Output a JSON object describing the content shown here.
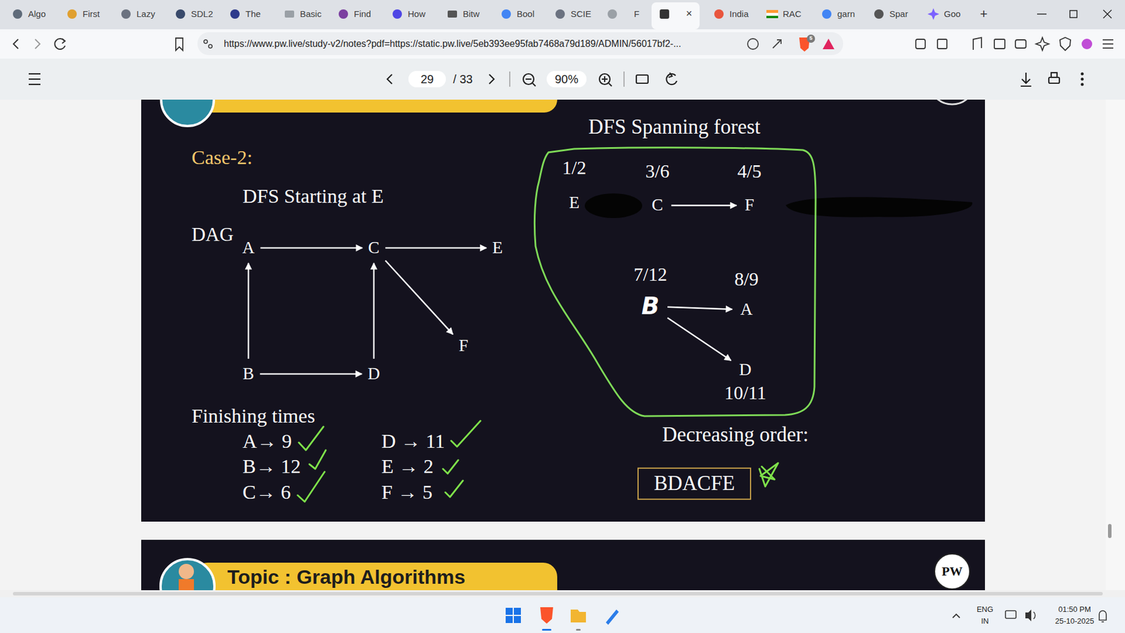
{
  "diagram": {
    "nodes": [
      {
        "text": [
          "A"
        ]
      },
      {
        "text": [
          "C"
        ]
      },
      {
        "text": [
          "E"
        ]
      },
      {
        "text": [
          "B"
        ]
      },
      {
        "text": [
          "D"
        ]
      },
      {
        "text": [
          "F"
        ]
      },
      {
        "text": [
          "DFS Spanning forest"
        ]
      },
      {
        "text": [
          "1/2",
          "E"
        ],
        "in": 6
      },
      {
        "text": [
          "3/6",
          "C"
        ],
        "in": 6
      },
      {
        "text": [
          "4/5",
          "F"
        ],
        "in": 6
      },
      {
        "text": [
          "7/12",
          "B"
        ],
        "in": 6
      },
      {
        "text": [
          "8/9",
          "A"
        ],
        "in": 6
      },
      {
        "text": [
          "D",
          "10/11"
        ],
        "in": 6
      },
      {
        "text": [
          "BDACFE"
        ]
      }
    ],
    "edges": [
      {
        "from": 0,
        "to": 1,
        "arrow": "to"
      },
      {
        "from": 1,
        "to": 2,
        "arrow": "to"
      },
      {
        "from": 1,
        "to": 5,
        "arrow": "to"
      },
      {
        "from": 3,
        "to": 0,
        "arrow": "to"
      },
      {
        "from": 3,
        "to": 4,
        "arrow": "to"
      },
      {
        "from": 4,
        "to": 1,
        "arrow": "to"
      },
      {
        "from": 8,
        "to": 9,
        "arrow": "to"
      },
      {
        "from": 10,
        "to": 11,
        "arrow": "to"
      },
      {
        "from": 10,
        "to": 12,
        "arrow": "to"
      }
    ],
    "labels": [
      "Algo",
      "First",
      "Lazy",
      "SDL2",
      "The",
      "Basic",
      "Find",
      "How",
      "Bitw",
      "Bool",
      "SCIE",
      "F",
      "India",
      "RAC",
      "garn",
      "Spar",
      "Goo",
      "+",
      "×",
      "https://www.pw.live/study-v2/notes?pdf=https://static.pw.live/5eb393ee95fab7468a79d189/ADMIN/56017bf2-...",
      "5",
      "29",
      "/ 33",
      "90%",
      "Case-2:",
      "DFS Starting at E",
      "DAG",
      "Finishing times",
      "A→ 9",
      "B→ 12",
      "C→ 6",
      "D → 11",
      "E → 2",
      "F → 5",
      "Decreasing order:",
      "Topic : Graph Algorithms",
      "PW",
      "ENG",
      "IN",
      "01:50 PM",
      "25-10-2025"
    ]
  }
}
